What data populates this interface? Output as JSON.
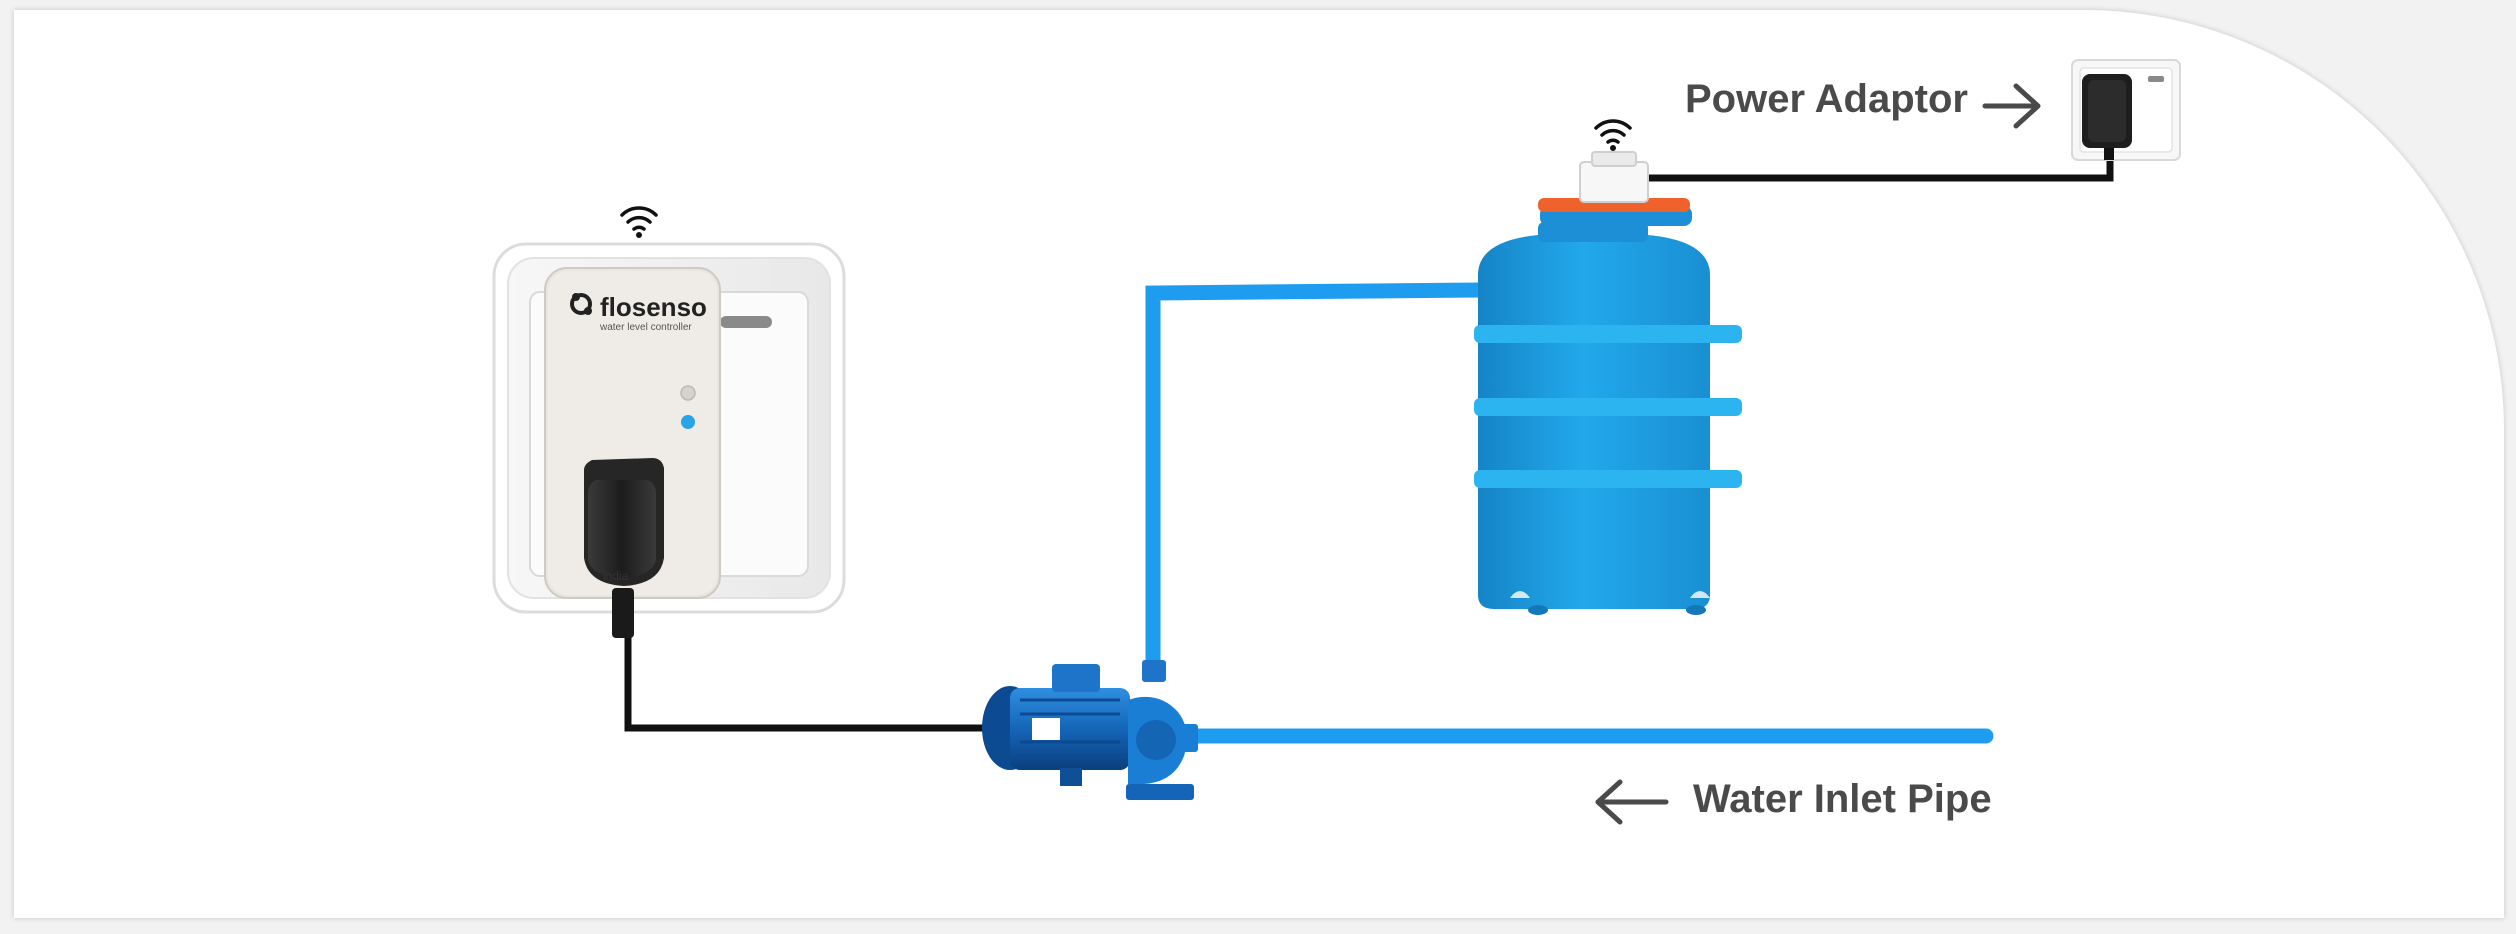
{
  "labels": {
    "power_adaptor": "Power Adaptor",
    "water_inlet": "Water Inlet Pipe"
  },
  "device": {
    "brand": "flosenso",
    "tagline": "water level controller",
    "footer_text": "india"
  },
  "colors": {
    "pipe_blue": "#1e9cf0",
    "tank_blue": "#1aa2e6",
    "cable_black": "#111111",
    "label_gray": "#4a4a4a",
    "sensor_orange": "#f0622c",
    "indicator_blue": "#2aa3e8"
  },
  "icons": {
    "wifi": "wifi-icon",
    "arrow_right": "arrow-right-icon",
    "arrow_left": "arrow-left-icon",
    "brand_logo": "flosenso-logo-icon"
  }
}
